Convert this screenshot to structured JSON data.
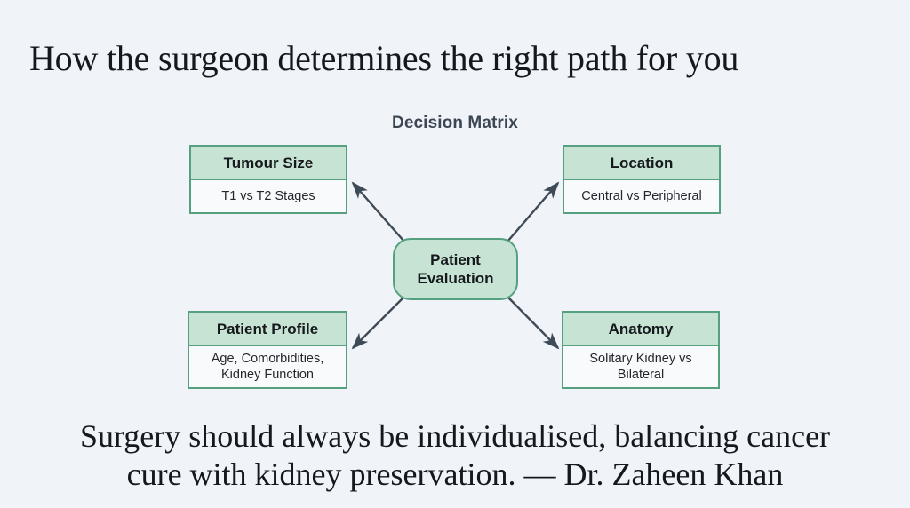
{
  "slide": {
    "title": "How the surgeon determines the right path for you",
    "background_color": "#f0f3f7",
    "caption_line_1": "Surgery should always be individualised, balancing cancer",
    "caption_line_2": "cure with kidney preservation. — Dr. Zaheen Khan"
  },
  "diagram": {
    "heading": "Decision Matrix",
    "accent_border_color": "#54a07f",
    "header_fill_color": "#c6e3d3",
    "body_fill_color": "#f8fafc",
    "arrow_color": "#3f4a57",
    "center_node": {
      "label_line_1": "Patient",
      "label_line_2": "Evaluation"
    },
    "cards": [
      {
        "id": "tumour-size",
        "title": "Tumour Size",
        "detail_line_1": "T1 vs T2 Stages",
        "detail_line_2": ""
      },
      {
        "id": "location",
        "title": "Location",
        "detail_line_1": "Central vs Peripheral",
        "detail_line_2": ""
      },
      {
        "id": "patient-profile",
        "title": "Patient Profile",
        "detail_line_1": "Age, Comorbidities,",
        "detail_line_2": "Kidney Function"
      },
      {
        "id": "anatomy",
        "title": "Anatomy",
        "detail_line_1": "Solitary Kidney vs",
        "detail_line_2": "Bilateral"
      }
    ]
  }
}
